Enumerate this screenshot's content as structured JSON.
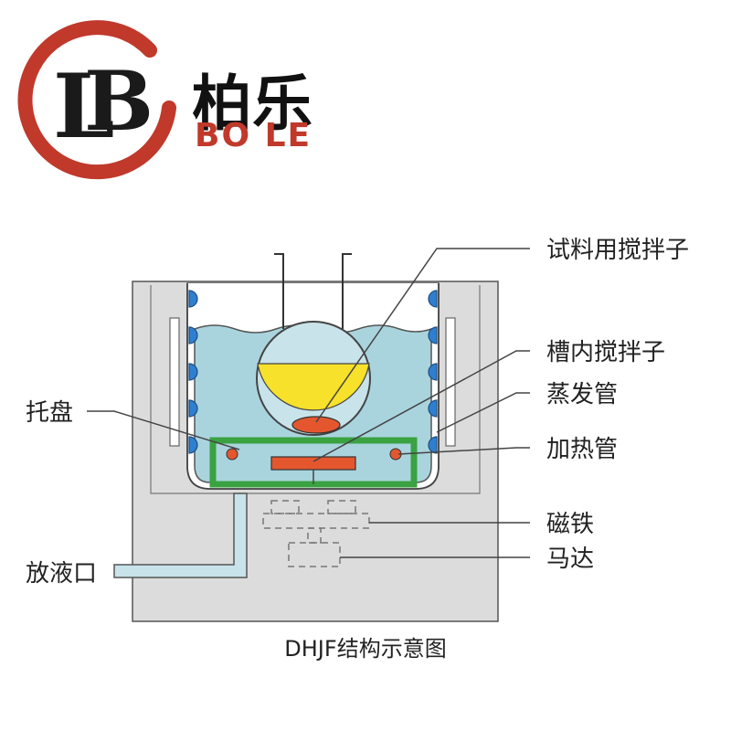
{
  "brand": {
    "logo_letters": "LB",
    "name_cn": "柏乐",
    "name_en": "BO LE"
  },
  "diagram": {
    "caption": "DHJF结构示意图",
    "labels": {
      "sample_stirrer": "试料用搅拌子",
      "tank_stirrer": "槽内搅拌子",
      "evaporator_tube": "蒸发管",
      "heater_tube": "加热管",
      "magnet": "磁铁",
      "motor": "马达",
      "tray": "托盘",
      "drain_port": "放液口"
    }
  },
  "colors": {
    "brand_red": "#c0392b",
    "housing": "#dcdcdc",
    "liquid": "#a9d4de",
    "sample_yellow": "#f7e12b",
    "tray_green": "#3aa241",
    "stirrer_red": "#e4572e",
    "coil_blue": "#2f7fd0"
  }
}
